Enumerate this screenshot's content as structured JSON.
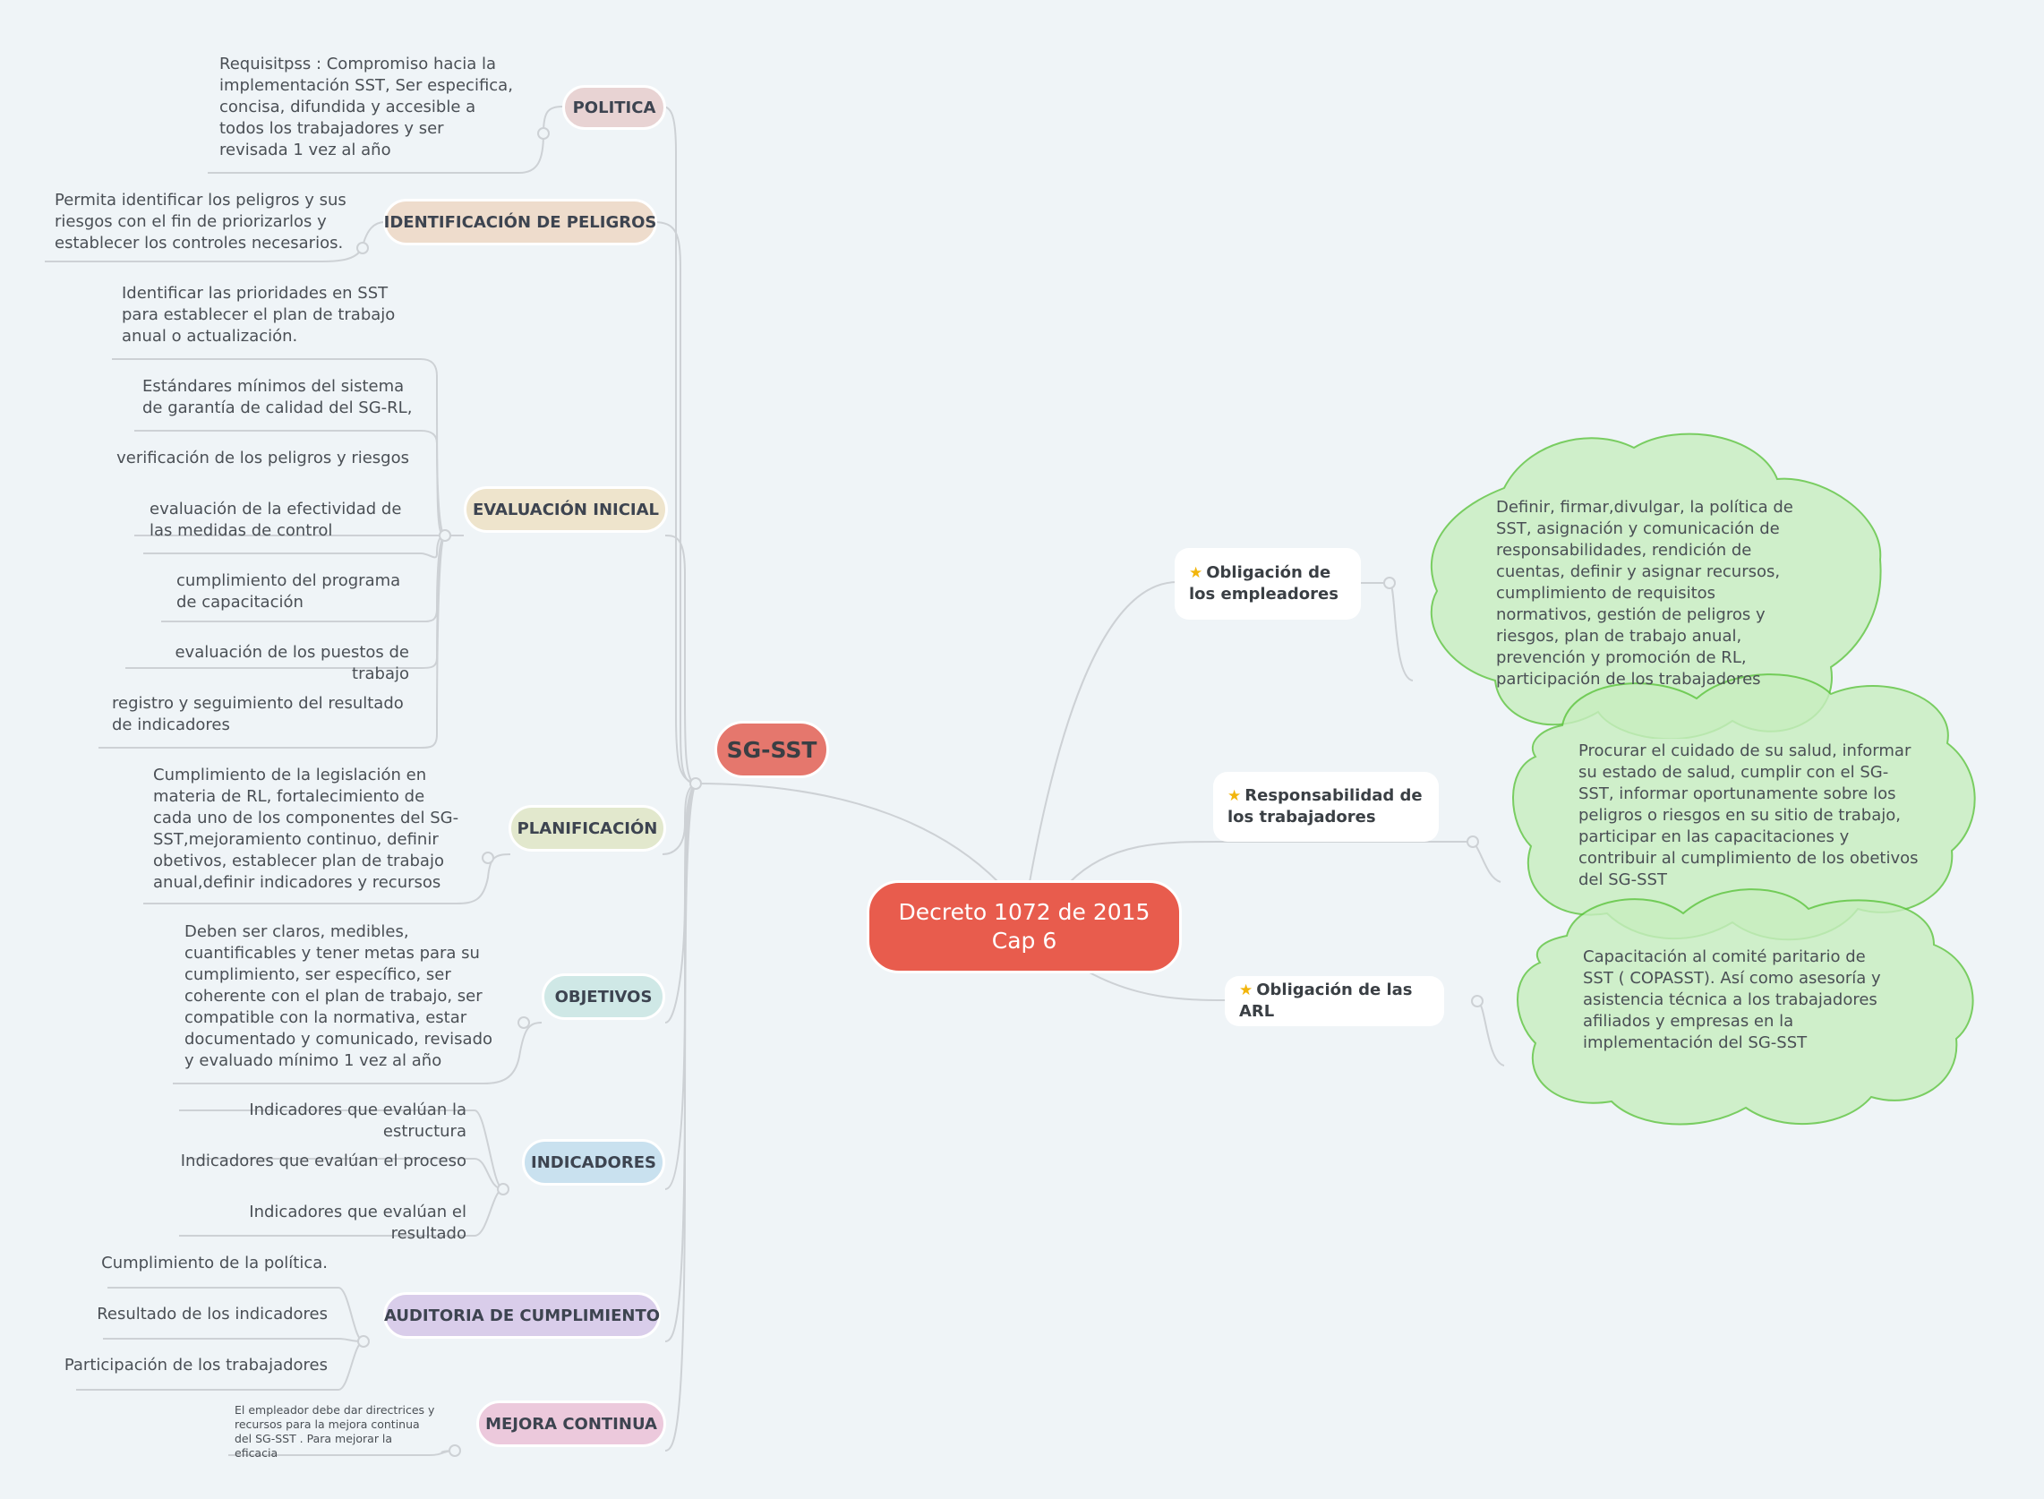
{
  "root": {
    "title": "Decreto 1072 de 2015 Cap 6"
  },
  "sgsst": {
    "title": "SG-SST",
    "branches": [
      {
        "label": "POLITICA",
        "color": "#e8d3d3",
        "details": [
          "Requisitpss  : Compromiso hacia la implementación SST, Ser especifica, concisa, difundida y accesible a todos los trabajadores y ser revisada 1 vez al año"
        ]
      },
      {
        "label": "IDENTIFICACIÓN DE PELIGROS",
        "color": "#eedccc",
        "details": [
          "Permita identificar los peligros y sus riesgos con el fin de priorizarlos y establecer los controles necesarios."
        ]
      },
      {
        "label": "EVALUACIÓN INICIAL",
        "color": "#eee4cc",
        "details": [
          "Identificar las prioridades en SST para establecer el plan de trabajo anual o actualización.",
          "Estándares mínimos del sistema de garantía de calidad del SG-RL,",
          "verificación de los peligros y riesgos",
          "evaluación de la efectividad de las medidas de control",
          "cumplimiento del programa de capacitación",
          "evaluación de los puestos de trabajo",
          "registro y seguimiento del resultado de indicadores"
        ]
      },
      {
        "label": "PLANIFICACIÓN",
        "color": "#e2e8cd",
        "details": [
          "Cumplimiento de la legislación en materia de RL, fortalecimiento de cada uno de los componentes del SG-SST,mejoramiento continuo, definir obetivos, establecer plan de trabajo anual,definir indicadores y recursos"
        ]
      },
      {
        "label": "OBJETIVOS",
        "color": "#cfe8e6",
        "details": [
          "Deben ser claros, medibles, cuantificables y tener metas para su cumplimiento, ser específico, ser coherente con el plan de trabajo, ser compatible con la normativa, estar documentado y comunicado, revisado y evaluado mínimo 1 vez al año"
        ]
      },
      {
        "label": "INDICADORES",
        "color": "#c9e1ef",
        "details": [
          "Indicadores que evalúan la estructura",
          "Indicadores que evalúan el proceso",
          "Indicadores que evalúan el resultado"
        ]
      },
      {
        "label": "AUDITORIA DE CUMPLIMIENTO",
        "color": "#d9cdea",
        "details": [
          "Cumplimiento de la política.",
          "Resultado de los indicadores",
          "Participación de los trabajadores"
        ]
      },
      {
        "label": "MEJORA CONTINUA",
        "color": "#ecc9dc",
        "details": [
          "El empleador debe dar directrices y recursos para la mejora continua del SG-SST . Para mejorar la eficacia"
        ]
      }
    ]
  },
  "obligations": [
    {
      "label": "Obligación de los empleadores",
      "icon": "star-icon",
      "detail": "Definir, firmar,divulgar, la política de SST, asignación y comunicación de responsabilidades, rendición de cuentas, definir y asignar recursos, cumplimiento de requisitos normativos, gestión de peligros y riesgos, plan de trabajo anual, prevención y promoción de RL, participación de los trabajadores"
    },
    {
      "label": "Responsabilidad de los trabajadores",
      "icon": "star-icon",
      "detail": "Procurar el cuidado de su salud, informar su estado de salud, cumplir con el SG-SST, informar oportunamente sobre los peligros o riesgos en su sitio de trabajo, participar en las capacitaciones y contribuir al cumplimiento de los obetivos del SG-SST"
    },
    {
      "label": "Obligación de las ARL",
      "icon": "star-icon",
      "detail": "Capacitación al comité paritario de SST ( COPASST). Así como asesoría y asistencia técnica a los trabajadores afiliados y empresas en la implementación del SG-SST"
    }
  ],
  "colors": {
    "root": "#e85c4d",
    "sgsst": "#e5776d",
    "cloud_fill": "#c8eec0",
    "cloud_stroke": "#5cc43c",
    "background": "#eff4f7"
  }
}
